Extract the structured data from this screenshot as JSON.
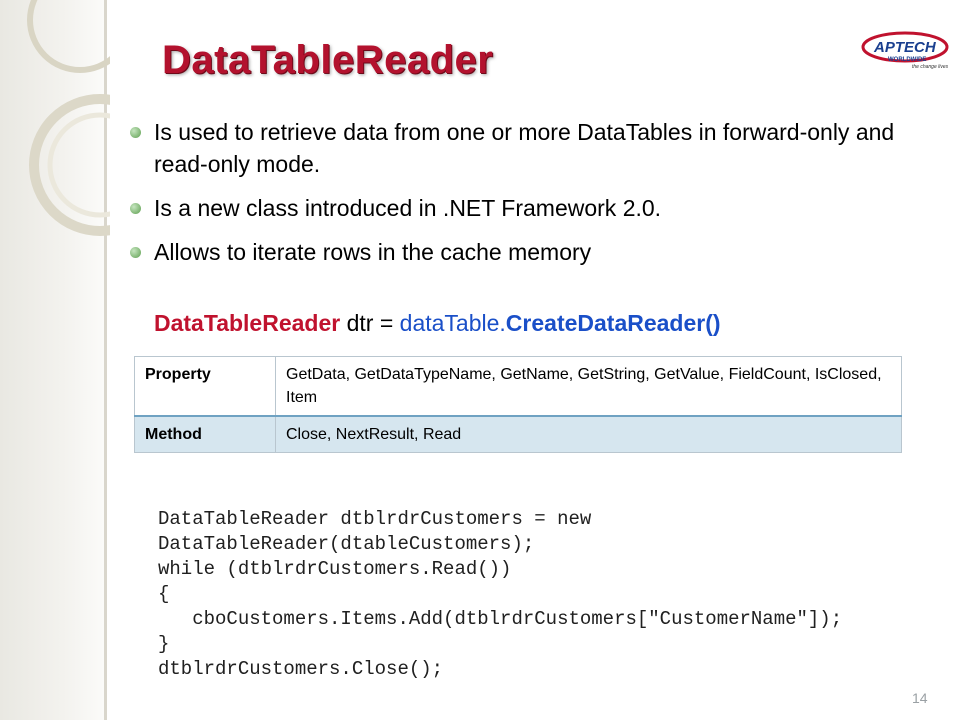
{
  "slide": {
    "title": "DataTableReader",
    "bullets": [
      "Is used to retrieve data from one or more DataTables in forward-only and read-only mode.",
      "Is a new class introduced in .NET Framework 2.0.",
      "Allows to iterate rows in the cache memory"
    ],
    "code_line": {
      "type_name": "DataTableReader",
      "var_part": " dtr = ",
      "object_part": "dataTable.",
      "method_part": "CreateDataReader()"
    },
    "table": [
      {
        "key": "Property",
        "value": "GetData, GetDataTypeName, GetName, GetString, GetValue, FieldCount, IsClosed, Item"
      },
      {
        "key": "Method",
        "value": "Close, NextResult, Read"
      }
    ],
    "code_block": [
      "DataTableReader dtblrdrCustomers = new",
      "DataTableReader(dtableCustomers);",
      "while (dtblrdrCustomers.Read())",
      "{",
      "   cboCustomers.Items.Add(dtblrdrCustomers[\"CustomerName\"]);",
      "}",
      "dtblrdrCustomers.Close();"
    ],
    "page_number": "14",
    "logo": {
      "brand": "APTECH",
      "sub": "WORLDWIDE",
      "tagline": "the change lives"
    }
  },
  "colors": {
    "title": "#b3122e",
    "keyword_red": "#c0122e",
    "keyword_blue": "#1a4fc8",
    "table_header_row": "#d6e6ef"
  }
}
